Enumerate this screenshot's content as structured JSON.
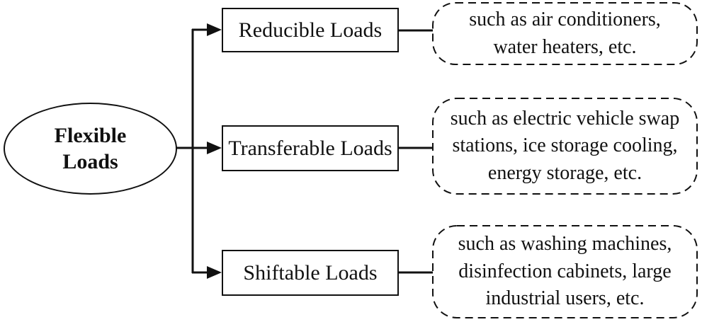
{
  "diagram": {
    "title": "Flexible Loads classification diagram",
    "root": {
      "label": "Flexible\nLoads"
    },
    "branches": [
      {
        "label": "Reducible Loads",
        "examples": "such as air conditioners,\nwater heaters, etc."
      },
      {
        "label": "Transferable Loads",
        "examples": "such as electric vehicle swap\nstations, ice storage cooling,\nenergy storage, etc."
      },
      {
        "label": "Shiftable Loads",
        "examples": "such as washing machines,\ndisinfection cabinets, large\nindustrial users, etc."
      }
    ],
    "colors": {
      "line": "#111111",
      "text": "#111111",
      "background": "#ffffff"
    }
  }
}
